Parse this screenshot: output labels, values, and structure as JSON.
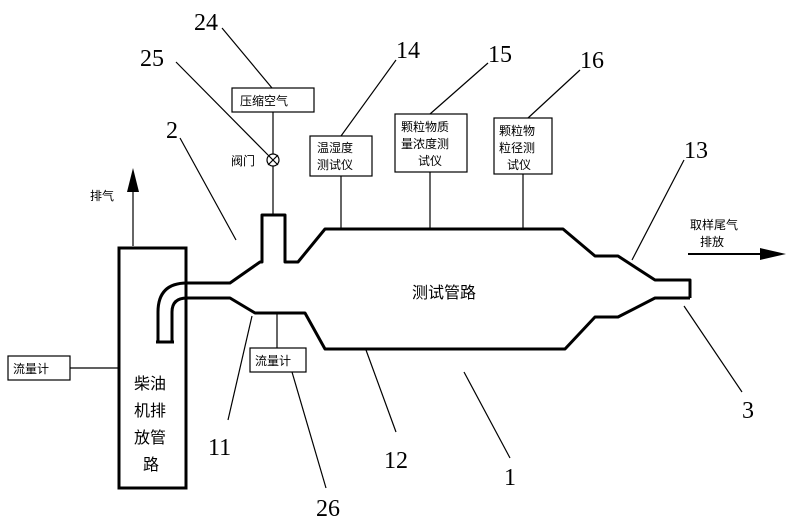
{
  "labels": {
    "exhaust": "排气",
    "compressed_air": "压缩空气",
    "valve": "阀门",
    "temp_humidity_1": "温湿度",
    "temp_humidity_2": "测试仪",
    "mass_conc_1": "颗粒物质",
    "mass_conc_2": "量浓度测",
    "mass_conc_3": "试仪",
    "size_1": "颗粒物",
    "size_2": "粒径测",
    "size_3": "试仪",
    "sample_exhaust_1": "取样尾气",
    "sample_exhaust_2": "排放",
    "test_pipe": "测试管路",
    "flow_meter_left": "流量计",
    "flow_meter_bottom": "流量计",
    "diesel_1": "柴油",
    "diesel_2": "机排",
    "diesel_3": "放管",
    "diesel_4": "路"
  },
  "numbers": {
    "n24": "24",
    "n25": "25",
    "n14": "14",
    "n15": "15",
    "n16": "16",
    "n2": "2",
    "n13": "13",
    "n3": "3",
    "n11": "11",
    "n12": "12",
    "n1": "1",
    "n26": "26"
  }
}
